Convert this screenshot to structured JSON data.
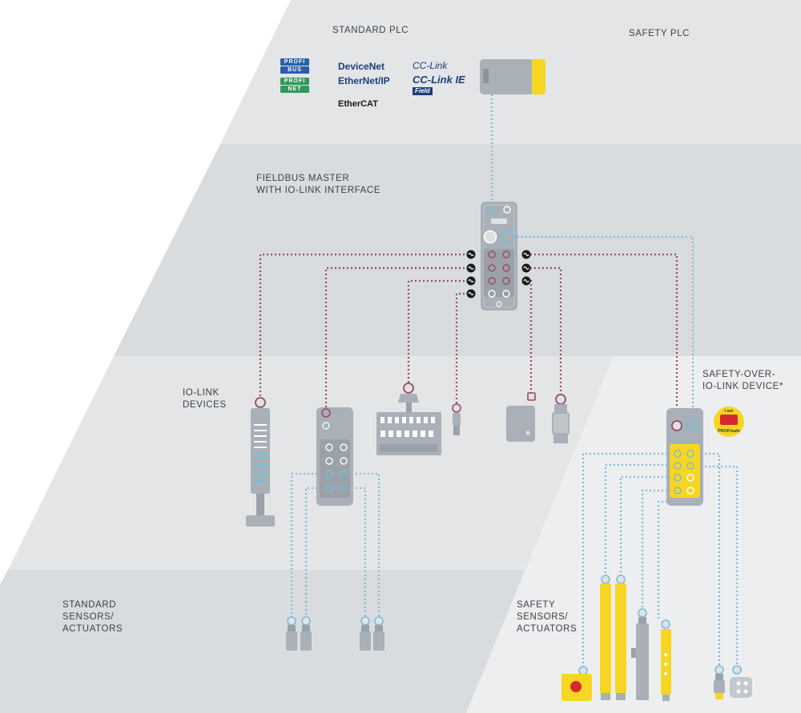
{
  "zones": {
    "standard_plc": "STANDARD PLC",
    "safety_plc": "SAFETY PLC",
    "fieldbus_master_line1": "FIELDBUS MASTER",
    "fieldbus_master_line2": "WITH IO-LINK INTERFACE",
    "io_link_devices_line1": "IO-LINK",
    "io_link_devices_line2": "DEVICES",
    "standard_sensors_line1": "STANDARD",
    "standard_sensors_line2": "SENSORS/",
    "standard_sensors_line3": "ACTUATORS",
    "safety_sensors_line1": "SAFETY",
    "safety_sensors_line2": "SENSORS/",
    "safety_sensors_line3": "ACTUATORS",
    "safety_over_line1": "SAFETY-OVER-",
    "safety_over_line2": "IO-LINK DEVICE*"
  },
  "logos": {
    "profibus_top": "PROFI",
    "profibus_bottom": "BUS",
    "profinet_top": "PROFI",
    "profinet_bottom": "NET",
    "devicenet": "DeviceNet",
    "ethernetip": "EtherNet/IP",
    "ethercat": "EtherCAT",
    "cclink": "CC-Link",
    "cclink_ie": "CC-Link IE",
    "cclink_field": "Field"
  },
  "badge": {
    "line1": "I am",
    "line2": "PROFIsafe"
  },
  "colors": {
    "band_light": "#e4e6e8",
    "band_mid": "#d7dadd",
    "device_grey": "#a9b0b7",
    "device_dark": "#7f878f",
    "safety_yellow": "#f6d623",
    "io_link_line": "#9c4a63",
    "fieldbus_line": "#7bbcdc",
    "brand_blue": "#1e3d7a",
    "profi_blue": "#2a5ea8",
    "profi_green": "#2e9a5a",
    "estop_red": "#d7282f"
  }
}
